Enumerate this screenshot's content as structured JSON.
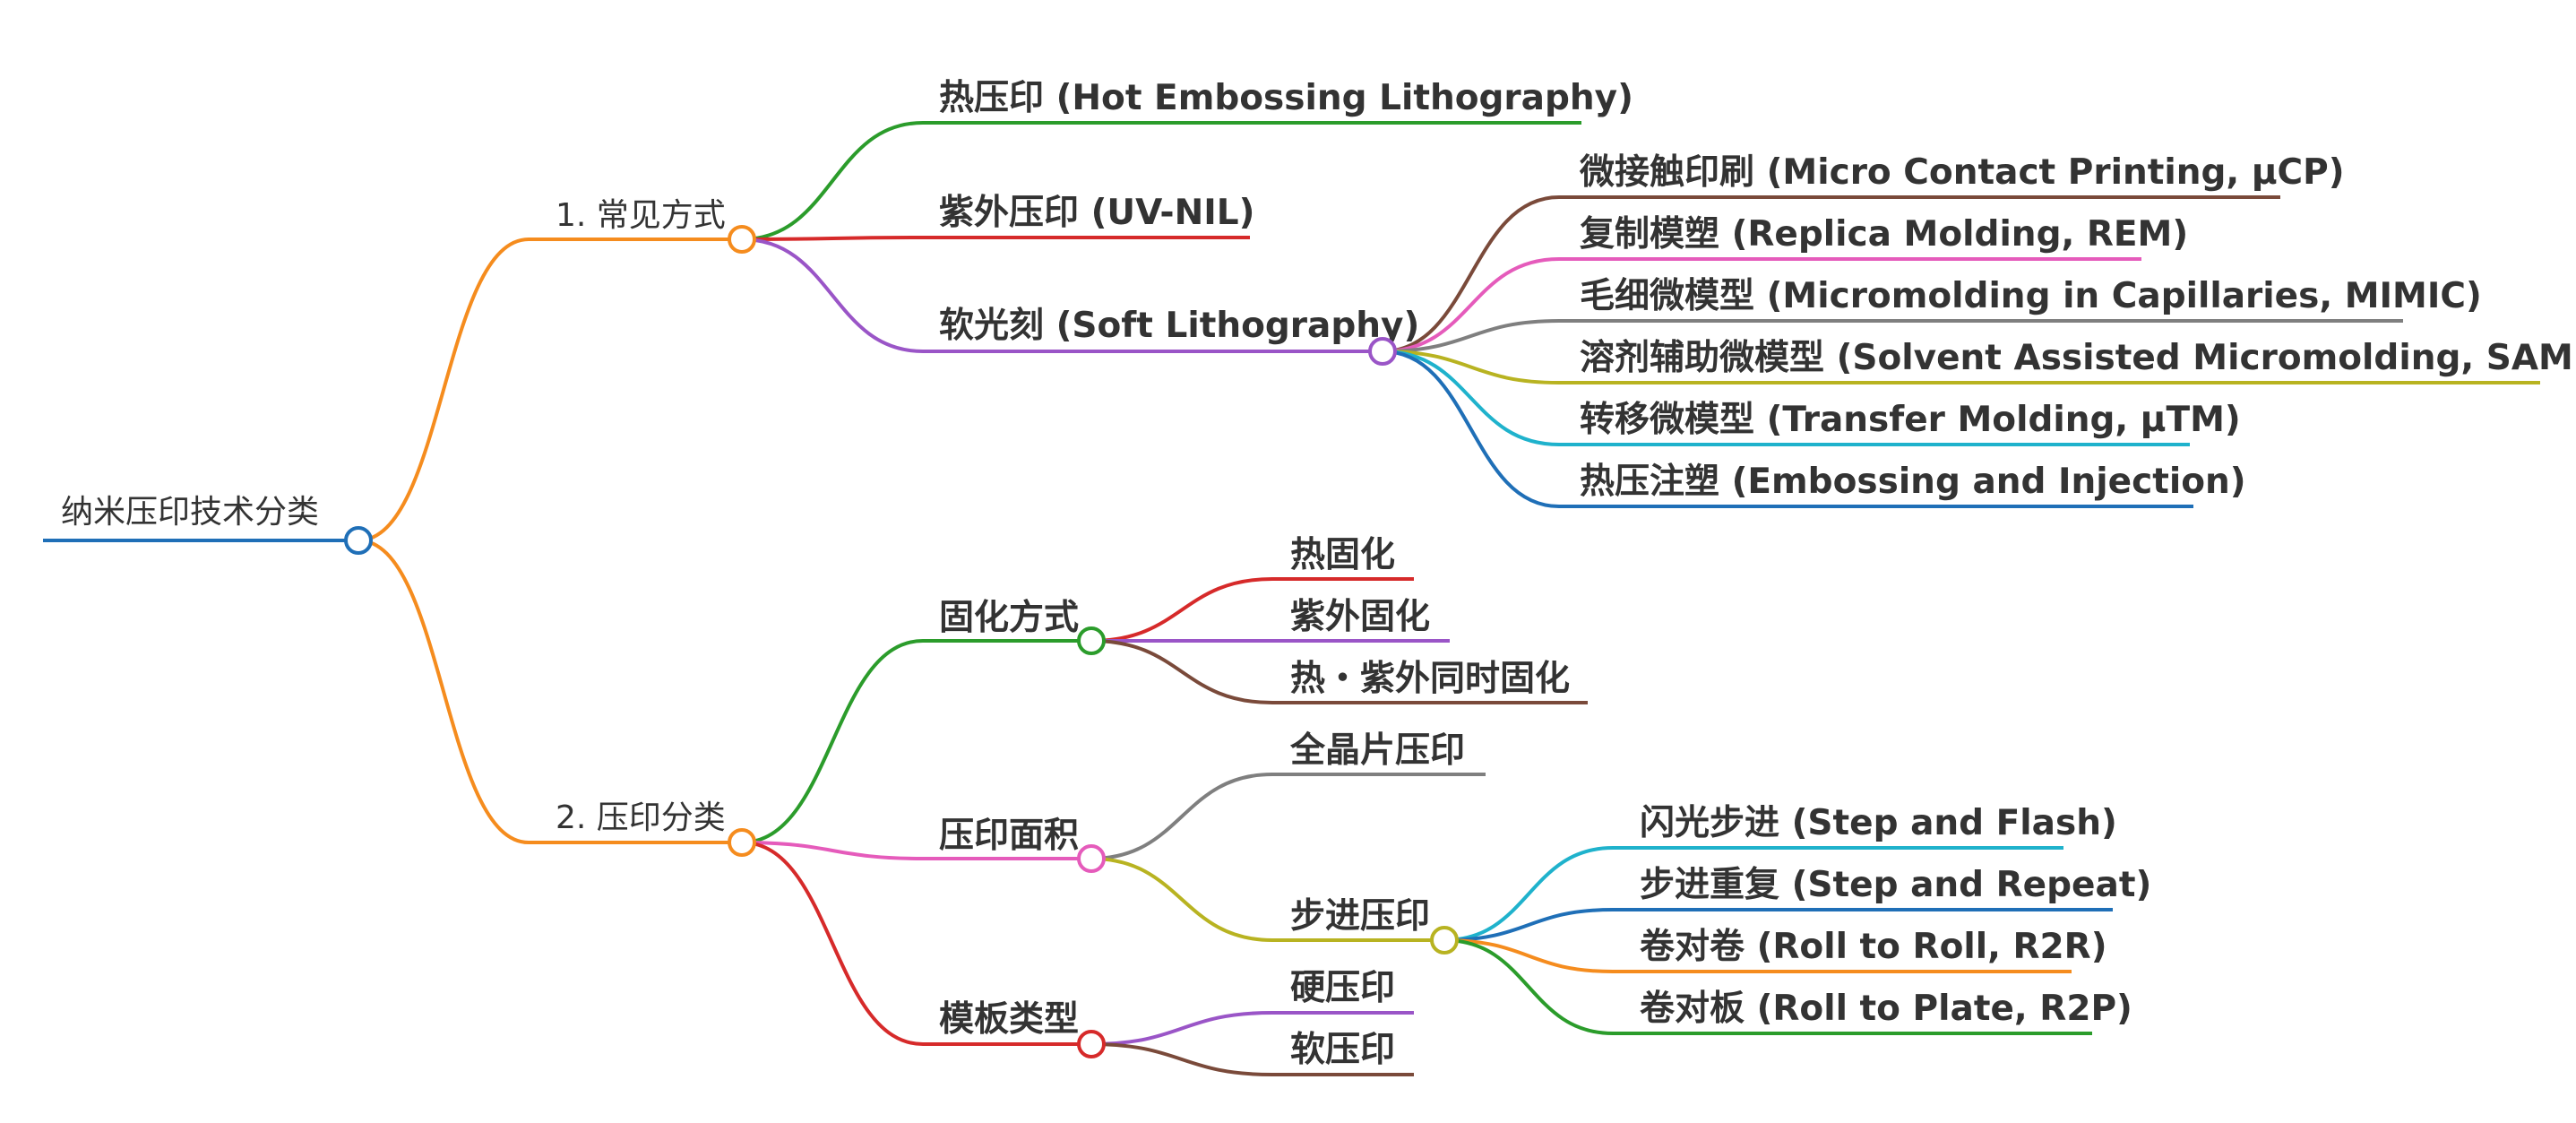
{
  "mindmap": {
    "root": {
      "label": "纳米压印技术分类",
      "color": "#1f6fb7"
    },
    "branches": [
      {
        "label": "1. 常见方式",
        "color": "#f58c1e",
        "children": [
          {
            "label": "热压印 (Hot Embossing Lithography)",
            "color": "#2b9c2b"
          },
          {
            "label": "紫外压印 (UV-NIL)",
            "color": "#d62a2a"
          },
          {
            "label": "软光刻 (Soft Lithography)",
            "color": "#9a55c7",
            "children": [
              {
                "label": "微接触印刷 (Micro Contact Printing, µCP)",
                "color": "#7a4a3a"
              },
              {
                "label": "复制模塑 (Replica Molding, REM)",
                "color": "#e55bbb"
              },
              {
                "label": "毛细微模型 (Micromolding in Capillaries, MIMIC)",
                "color": "#7f7f7f"
              },
              {
                "label": "溶剂辅助微模型 (Solvent Assisted Micromolding, SAMIM)",
                "color": "#b8b321"
              },
              {
                "label": "转移微模型 (Transfer Molding, µTM)",
                "color": "#1fb2cc"
              },
              {
                "label": "热压注塑 (Embossing and Injection)",
                "color": "#1f6fb7"
              }
            ]
          }
        ]
      },
      {
        "label": "2. 压印分类",
        "color": "#f58c1e",
        "children": [
          {
            "label": "固化方式",
            "color": "#2b9c2b",
            "children": [
              {
                "label": "热固化",
                "color": "#d62a2a"
              },
              {
                "label": "紫外固化",
                "color": "#9a55c7"
              },
              {
                "label": "热・紫外同时固化",
                "color": "#7a4a3a"
              }
            ]
          },
          {
            "label": "压印面积",
            "color": "#e55bbb",
            "children": [
              {
                "label": "全晶片压印",
                "color": "#7f7f7f"
              },
              {
                "label": "步进压印",
                "color": "#b8b321",
                "children": [
                  {
                    "label": "闪光步进 (Step and Flash)",
                    "color": "#1fb2cc"
                  },
                  {
                    "label": "步进重复 (Step and Repeat)",
                    "color": "#1f6fb7"
                  },
                  {
                    "label": "卷对卷 (Roll to Roll, R2R)",
                    "color": "#f58c1e"
                  },
                  {
                    "label": "卷对板 (Roll to Plate, R2P)",
                    "color": "#2b9c2b"
                  }
                ]
              }
            ]
          },
          {
            "label": "模板类型",
            "color": "#d62a2a",
            "children": [
              {
                "label": "硬压印",
                "color": "#9a55c7"
              },
              {
                "label": "软压印",
                "color": "#7a4a3a"
              }
            ]
          }
        ]
      }
    ]
  }
}
